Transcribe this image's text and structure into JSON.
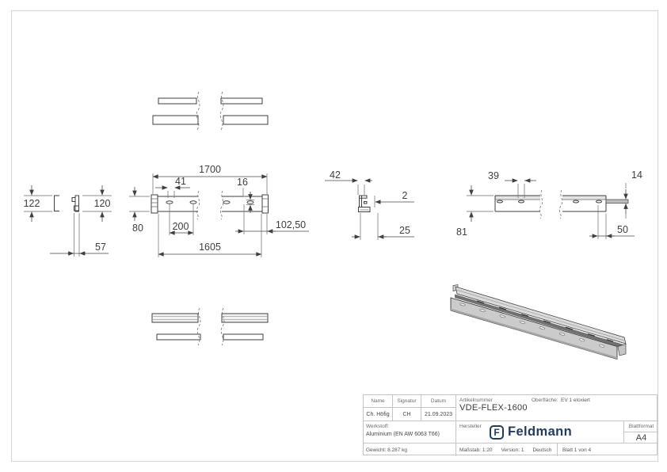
{
  "dims": {
    "len_total": "1700",
    "slot41": "41",
    "slot16": "16",
    "w42": "42",
    "t2": "2",
    "slot39": "39",
    "h14": "14",
    "h122": "122",
    "h120": "120",
    "h80": "80",
    "p200": "200",
    "p102_50": "102,50",
    "w57": "57",
    "len1605": "1605",
    "w25": "25",
    "h81": "81",
    "p50": "50"
  },
  "titleblock": {
    "name_label": "Name",
    "signatur_label": "Signatur",
    "datum_label": "Datum",
    "name_value": "Ch. Höfig",
    "signatur_value": "CH",
    "datum_value": "21.09.2023",
    "artikelnummer_label": "Artikelnummer",
    "artikelnummer_value": "VDE-FLEX-1600",
    "oberflaeche_label": "Oberfläche:",
    "oberflaeche_value": "EV 1 eloxiert",
    "werkstoff_label": "Werkstoff:",
    "werkstoff_value": "Aluminium (EN AW 6063 T66)",
    "hersteller_label": "Hersteller",
    "brand_monogram": "F",
    "brand_name": "Feldmann",
    "blattformat_label": "Blattformat",
    "blattformat_value": "A4",
    "gewicht_value": "Gewicht: 8.287 kg",
    "massstab_value": "Maßstab: 1:20",
    "version_value": "Version: 1",
    "sprache_value": "Deutsch",
    "blatt_value": "Blatt 1 von 4"
  },
  "colors": {
    "brand_blue": "#1e3c69",
    "line_color": "#3f3f3f",
    "table_border": "#c5c5c5"
  }
}
